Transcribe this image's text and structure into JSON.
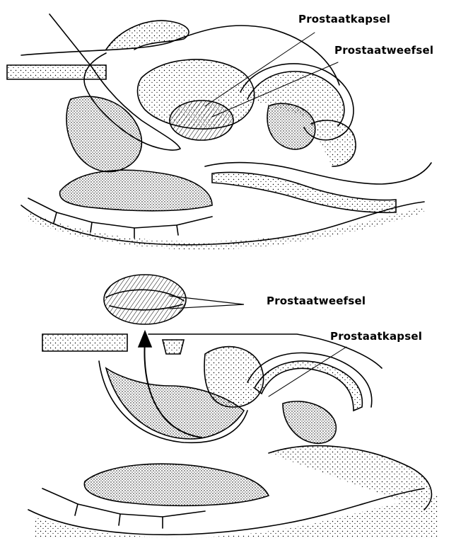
{
  "top_panel": {
    "label_capsule": "Prostaatkapsel",
    "label_tissue": "Prostaatweefsel"
  },
  "bottom_panel": {
    "label_tissue": "Prostaatweefsel",
    "label_capsule": "Prostaatkapsel"
  },
  "colors": {
    "ink": "#000000",
    "paper": "#ffffff"
  }
}
